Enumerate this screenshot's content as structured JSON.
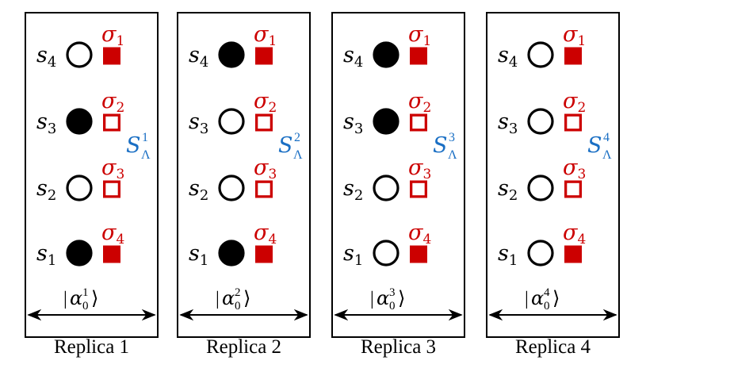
{
  "colors": {
    "outline": "#000000",
    "sigma": "#cc0000",
    "subsystem": "#1a6fc4",
    "background": "#ffffff"
  },
  "sigma_symbol": "σ",
  "spin_symbol": "s",
  "subsystem_symbol": "S",
  "subsystem_subscript": "Λ",
  "ket_symbol": "α",
  "ket_subscript": "0",
  "ket_open": "|",
  "ket_close": "⟩",
  "row_order_top_to_bottom": [
    "4",
    "3",
    "2",
    "1"
  ],
  "sigma_order_top_to_bottom": [
    "1",
    "2",
    "3",
    "4"
  ],
  "square_filled_top_to_bottom": [
    true,
    false,
    false,
    true
  ],
  "replicas": [
    {
      "label": "Replica 1",
      "superscript": "1",
      "spins_filled_top_to_bottom": [
        false,
        true,
        false,
        true
      ]
    },
    {
      "label": "Replica 2",
      "superscript": "2",
      "spins_filled_top_to_bottom": [
        true,
        false,
        false,
        true
      ]
    },
    {
      "label": "Replica 3",
      "superscript": "3",
      "spins_filled_top_to_bottom": [
        true,
        true,
        false,
        false
      ]
    },
    {
      "label": "Replica 4",
      "superscript": "4",
      "spins_filled_top_to_bottom": [
        false,
        false,
        false,
        false
      ]
    }
  ]
}
